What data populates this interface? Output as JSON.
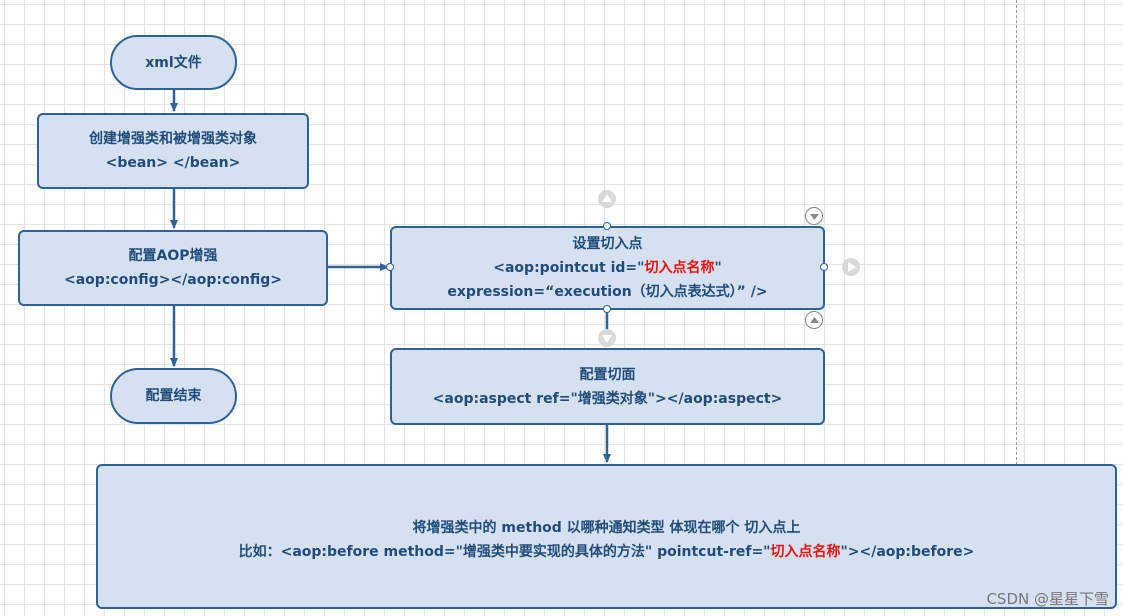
{
  "nodes": {
    "start": {
      "text": "xml文件"
    },
    "create_beans": {
      "line1": "创建增强类和被增强类对象",
      "line2": "<bean> </bean>"
    },
    "aop_config": {
      "line1": "配置AOP增强",
      "line2": "<aop:config></aop:config>"
    },
    "end": {
      "text": "配置结束"
    },
    "pointcut": {
      "line1": "设置切入点",
      "line2_pre": "<aop:pointcut id=\"",
      "line2_red": "切入点名称",
      "line2_post": "\"",
      "line3": "expression=“execution（切入点表达式）”  />"
    },
    "aspect": {
      "line1": "配置切面",
      "line2": "<aop:aspect ref=\"增强类对象\"></aop:aspect>"
    },
    "advice": {
      "line1": "将增强类中的 method 以哪种通知类型 体现在哪个 切入点上",
      "line2_pre": "比如：<aop:before method=\"增强类中要实现的具体的方法\" pointcut-ref=\"",
      "line2_red": "切入点名称",
      "line2_post": "\"></aop:before>"
    }
  },
  "colors": {
    "node_fill": "#d5e1f1",
    "node_border": "#2f6395",
    "node_text": "#1f4c7b",
    "highlight_text": "#ee1111",
    "grid": "#e4e4e4"
  },
  "watermark": "CSDN @星星下雪"
}
